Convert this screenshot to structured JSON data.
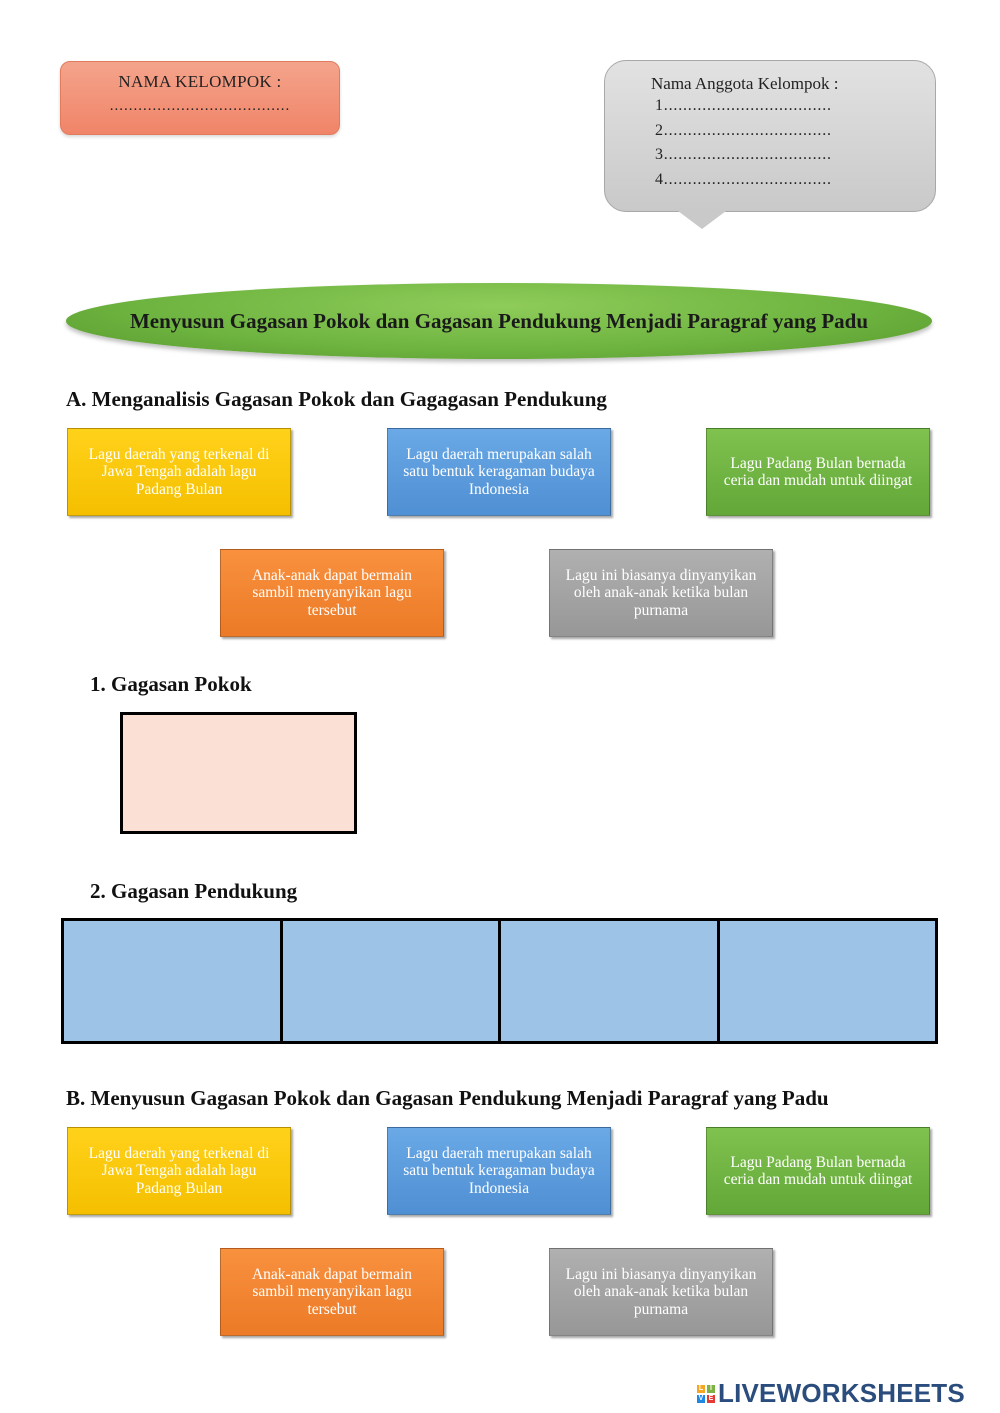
{
  "group": {
    "label": "NAMA KELOMPOK :",
    "dots": "......................................"
  },
  "members": {
    "title": "Nama Anggota Kelompok :",
    "lines": [
      "1...................................",
      "2...................................",
      "3...................................",
      "4..................................."
    ]
  },
  "main_title": "Menyusun Gagasan Pokok dan Gagasan Pendukung Menjadi Paragraf yang Padu",
  "section_a": {
    "heading": "A. Menganalisis Gagasan Pokok dan Gagagasan Pendukung",
    "cards": [
      {
        "text": "Lagu daerah yang terkenal di Jawa Tengah adalah lagu Padang Bulan",
        "color": "#f5bf00"
      },
      {
        "text": "Lagu daerah merupakan salah satu bentuk keragaman budaya Indonesia",
        "color": "#4f8fd3"
      },
      {
        "text": "Lagu Padang Bulan bernada ceria dan mudah untuk diingat",
        "color": "#62a738"
      },
      {
        "text": "Anak-anak dapat bermain sambil menyanyikan lagu tersebut",
        "color": "#ec7a26"
      },
      {
        "text": "Lagu ini biasanya dinyanyikan oleh anak-anak ketika bulan purnama",
        "color": "#979797"
      }
    ]
  },
  "gagasan_pokok": {
    "heading": "1.  Gagasan Pokok"
  },
  "gagasan_pendukung": {
    "heading": "2.  Gagasan Pendukung"
  },
  "section_b": {
    "heading": "B. Menyusun Gagasan Pokok dan Gagasan Pendukung Menjadi Paragraf yang Padu",
    "cards": [
      {
        "text": "Lagu daerah yang terkenal di Jawa Tengah adalah lagu Padang Bulan",
        "color": "#f5bf00"
      },
      {
        "text": "Lagu daerah merupakan salah satu bentuk keragaman budaya Indonesia",
        "color": "#4f8fd3"
      },
      {
        "text": "Lagu Padang Bulan bernada ceria dan mudah untuk diingat",
        "color": "#62a738"
      },
      {
        "text": "Anak-anak dapat bermain sambil menyanyikan lagu tersebut",
        "color": "#ec7a26"
      },
      {
        "text": "Lagu ini biasanya dinyanyikan oleh anak-anak ketika bulan purnama",
        "color": "#979797"
      }
    ]
  },
  "footer": {
    "logo_text": "LIVEWORKSHEETS",
    "logo_mark": [
      "L",
      "I",
      "V",
      "E"
    ]
  }
}
